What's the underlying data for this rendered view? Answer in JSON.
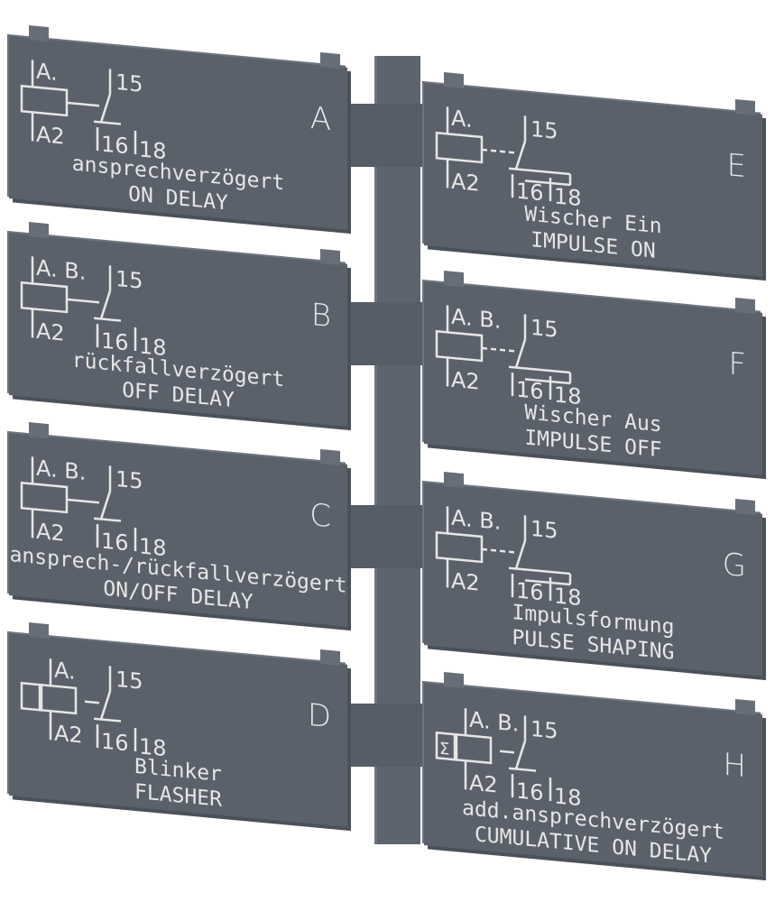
{
  "colors": {
    "plate": "#5a616b",
    "text": "#e6e6e6",
    "background": "#ffffff"
  },
  "plates": [
    {
      "letter": "A",
      "contacts": "A.",
      "t15": "15",
      "a2": "A2",
      "t16": "16",
      "t18": "18",
      "de": "ansprechverzögert",
      "en": "ON DELAY",
      "symbol": "on-delay"
    },
    {
      "letter": "B",
      "contacts": "A. B.",
      "t15": "15",
      "a2": "A2",
      "t16": "16",
      "t18": "18",
      "de": "rückfallverzögert",
      "en": "OFF DELAY",
      "symbol": "off-delay"
    },
    {
      "letter": "C",
      "contacts": "A. B.",
      "t15": "15",
      "a2": "A2",
      "t16": "16",
      "t18": "18",
      "de": "ansprech-/rückfallverzögert",
      "en": "ON/OFF DELAY",
      "symbol": "on-off-delay"
    },
    {
      "letter": "D",
      "contacts": "A.",
      "t15": "15",
      "a2": "A2",
      "t16": "16",
      "t18": "18",
      "de": "Blinker",
      "en": "FLASHER",
      "symbol": "flasher"
    },
    {
      "letter": "E",
      "contacts": "A.",
      "t15": "15",
      "a2": "A2",
      "t16": "16",
      "t18": "18",
      "de": "Wischer Ein",
      "en": "IMPULSE ON",
      "symbol": "impulse-on"
    },
    {
      "letter": "F",
      "contacts": "A. B.",
      "t15": "15",
      "a2": "A2",
      "t16": "16",
      "t18": "18",
      "de": "Wischer Aus",
      "en": "IMPULSE OFF",
      "symbol": "impulse-off"
    },
    {
      "letter": "G",
      "contacts": "A. B.",
      "t15": "15",
      "a2": "A2",
      "t16": "16",
      "t18": "18",
      "de": "Impulsformung",
      "en": "PULSE SHAPING",
      "symbol": "pulse-shaping"
    },
    {
      "letter": "H",
      "contacts": "A. B.",
      "t15": "15",
      "a2": "A2",
      "t16": "16",
      "t18": "18",
      "de": "add.ansprechverzögert",
      "en": "CUMULATIVE ON DELAY",
      "symbol": "cumulative-on-delay",
      "coil_mark": "Σ"
    }
  ]
}
